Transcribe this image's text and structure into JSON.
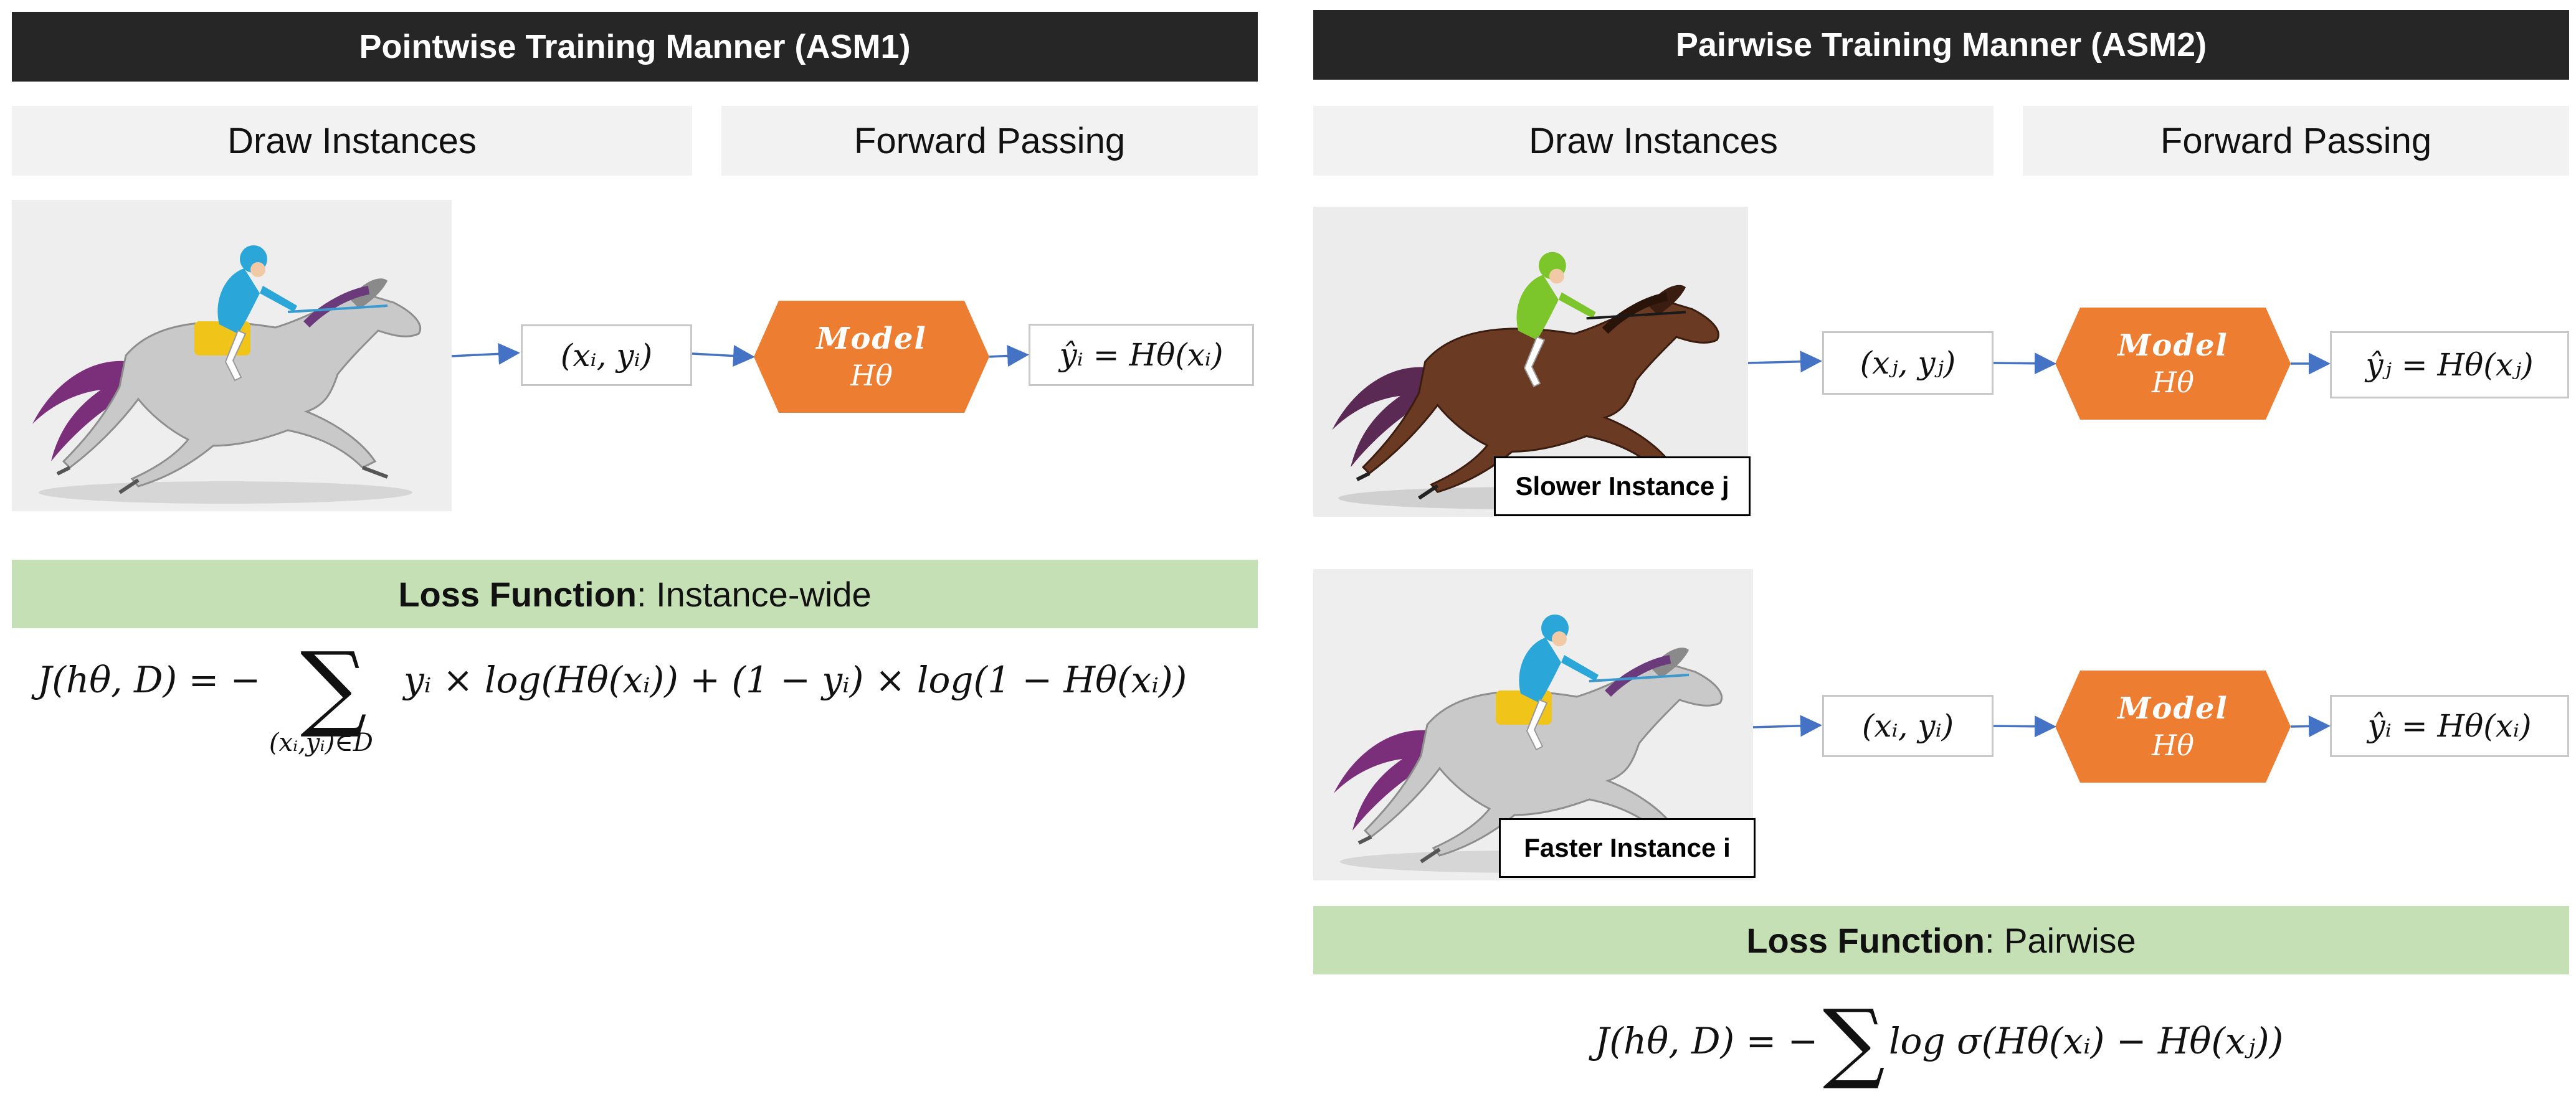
{
  "left": {
    "header": "Pointwise Training Manner (ASM1)",
    "draw_label": "Draw Instances",
    "forward_label": "Forward Passing",
    "input_box": "(xᵢ, yᵢ)",
    "model_title": "Model",
    "model_sub": "Hθ",
    "output_box": "ŷᵢ = Hθ(xᵢ)",
    "loss_bold": "Loss Function",
    "loss_rest": ": Instance-wide",
    "formula_main": "J(hθ, D) = −",
    "formula_sum_sub": "(xᵢ,yᵢ)∈D",
    "formula_tail": "yᵢ × log(Hθ(xᵢ)) + (1 − yᵢ) × log(1 − Hθ(xᵢ))"
  },
  "right": {
    "header": "Pairwise Training Manner (ASM2)",
    "draw_label": "Draw Instances",
    "forward_label": "Forward Passing",
    "slower_label": "Slower Instance j",
    "faster_label": "Faster Instance i",
    "input_box_j": "(xⱼ, yⱼ)",
    "input_box_i": "(xᵢ, yᵢ)",
    "model_title": "Model",
    "model_sub": "Hθ",
    "output_box_j": "ŷⱼ = Hθ(xⱼ)",
    "output_box_i": "ŷᵢ = Hθ(xᵢ)",
    "loss_bold": "Loss Function",
    "loss_rest": ": Pairwise",
    "formula_main": "J(hθ, D) = −",
    "formula_tail": "log σ(Hθ(xᵢ) − Hθ(xⱼ))"
  },
  "colors": {
    "header_bg": "#262626",
    "subheader_bg": "#f2f2f2",
    "loss_bg": "#c5e0b4",
    "model_orange": "#ed7d31",
    "arrow_blue": "#4472c4",
    "jockey_blue": "#2aa7d8",
    "jockey_green": "#7cc52a",
    "horse_grey": "#c9c9c9",
    "horse_brown": "#6b3a22",
    "saddle_yellow": "#f0c419"
  },
  "icons": {
    "horse_grey": "racehorse-grey-jockey-blue",
    "horse_brown": "racehorse-brown-jockey-green"
  }
}
